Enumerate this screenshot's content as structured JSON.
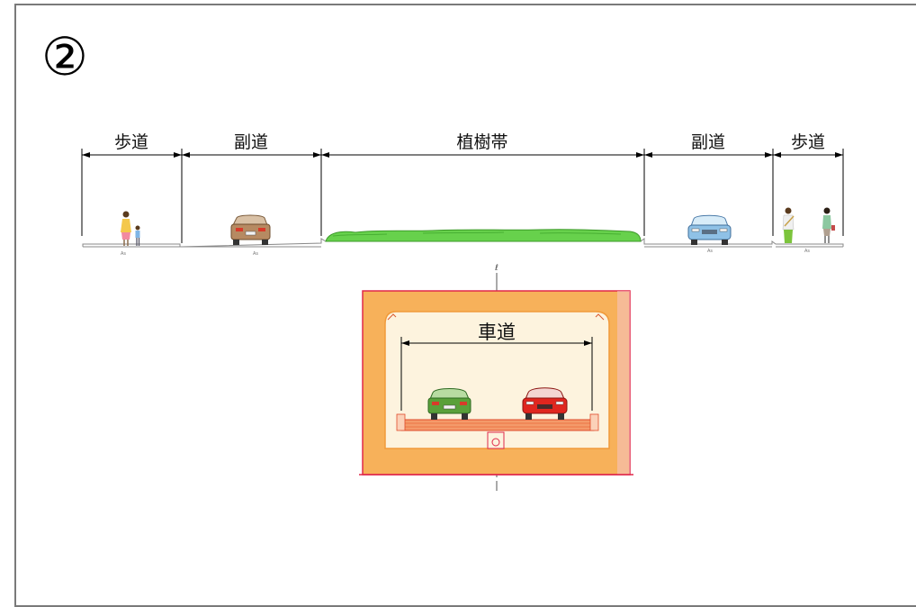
{
  "number_mark": "②",
  "sections": {
    "walkway_left": "歩道",
    "side_road_left": "副道",
    "planting_strip": "植樹帯",
    "side_road_right": "副道",
    "walkway_right": "歩道"
  },
  "tunnel": {
    "roadway_label": "車道",
    "centerline_mark": "ℓ"
  },
  "pavement_marks": [
    "As",
    "As",
    "As",
    "As"
  ],
  "colors": {
    "tunnel_outer": "#f7b15a",
    "tunnel_border": "#e0284a",
    "tunnel_inner": "#fdf3de",
    "green_car": "#5aa03a",
    "red_car": "#e0261f",
    "blue_car": "#8fc1e6",
    "brown_car": "#b68a62",
    "planting": "#67d14c"
  }
}
